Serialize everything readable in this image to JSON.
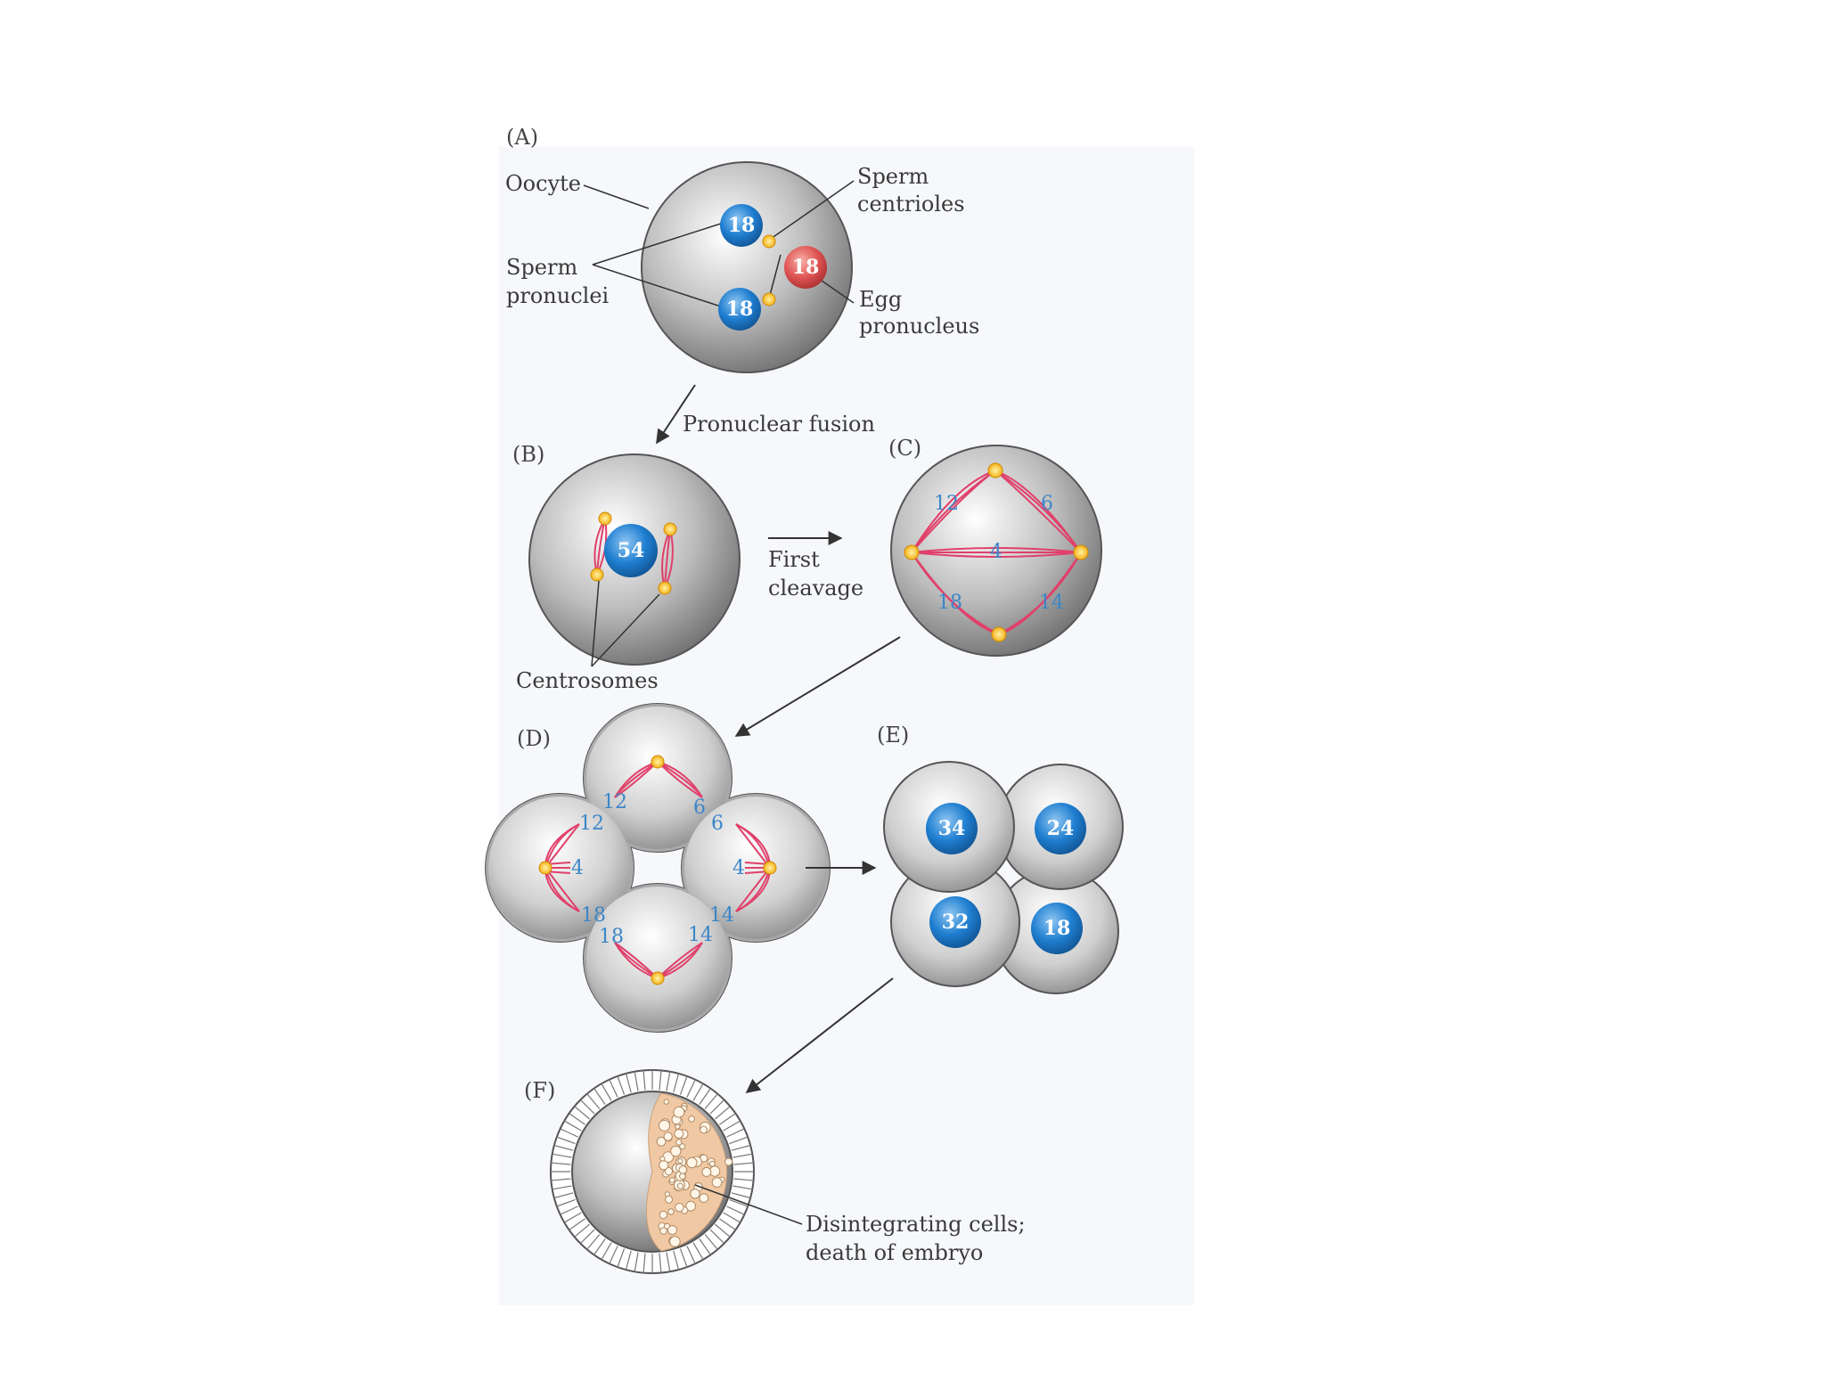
{
  "panels": {
    "A": {
      "label": "(A)",
      "oocyte": "Oocyte",
      "sperm_centrioles": [
        "Sperm",
        "centrioles"
      ],
      "sperm_pronuclei": [
        "Sperm",
        "pronuclei"
      ],
      "egg_pronucleus": [
        "Egg",
        "pronucleus"
      ],
      "sperm_pronucleus_counts": [
        "18",
        "18"
      ],
      "egg_pronucleus_count": "18"
    },
    "B": {
      "label": "(B)",
      "nucleus_count": "54",
      "centrosomes": "Centrosomes"
    },
    "C": {
      "label": "(C)",
      "counts": [
        "12",
        "6",
        "4",
        "18",
        "14"
      ]
    },
    "D": {
      "label": "(D)",
      "counts": [
        "12",
        "12",
        "6",
        "6",
        "4",
        "4",
        "18",
        "18",
        "14",
        "14"
      ]
    },
    "E": {
      "label": "(E)",
      "cell_counts": [
        "34",
        "24",
        "32",
        "18"
      ]
    },
    "F": {
      "label": "(F)",
      "caption": [
        "Disintegrating cells;",
        "death of embryo"
      ]
    }
  },
  "transitions": {
    "pronuclear_fusion": "Pronuclear fusion",
    "first_cleavage": [
      "First",
      "cleavage"
    ]
  },
  "colors": {
    "cell_gray": "#9a9a9a",
    "sperm_nucleus_blue": "#1f7ed0",
    "egg_nucleus_red": "#e05555",
    "centrosome_yellow": "#f5b21b",
    "spindle_red": "#e0406a",
    "number_blue": "#3b86c8",
    "debris_peach": "#f0c9a4"
  }
}
